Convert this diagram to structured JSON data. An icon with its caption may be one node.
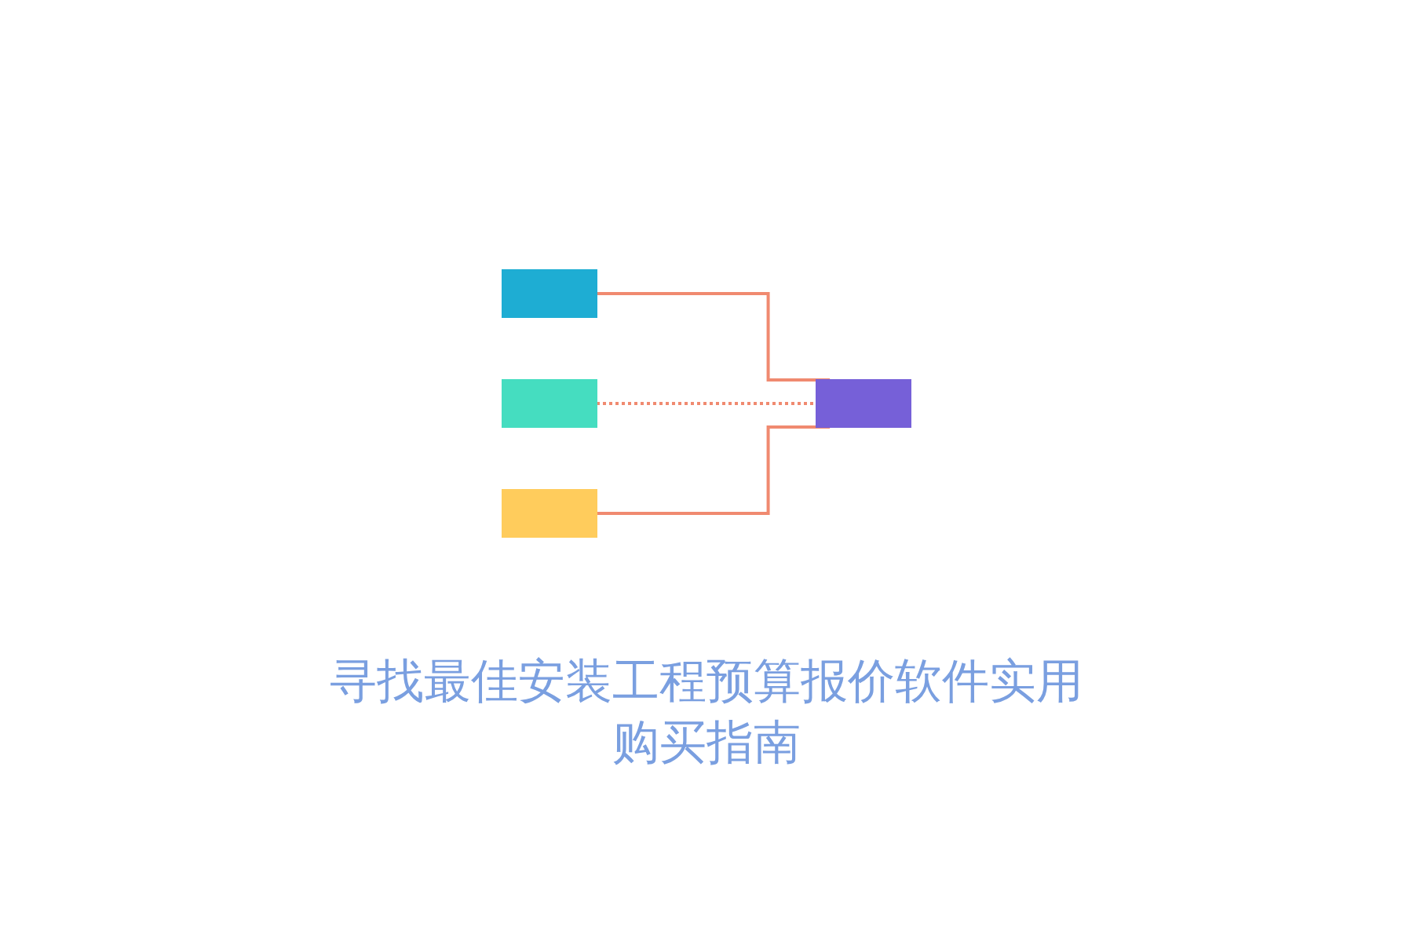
{
  "diagram": {
    "title": "寻找最佳安装工程预算报价软件实用购买指南",
    "nodes": [
      {
        "text": [],
        "shape": "box"
      },
      {
        "text": [],
        "shape": "box"
      },
      {
        "text": [],
        "shape": "box"
      },
      {
        "text": [],
        "shape": "box"
      }
    ],
    "edges": [
      {
        "from": 0,
        "to": 3,
        "arrow": "none"
      },
      {
        "from": 1,
        "to": 3,
        "arrow": "none",
        "style": "dashed"
      },
      {
        "from": 2,
        "to": 3,
        "arrow": "none"
      }
    ]
  }
}
